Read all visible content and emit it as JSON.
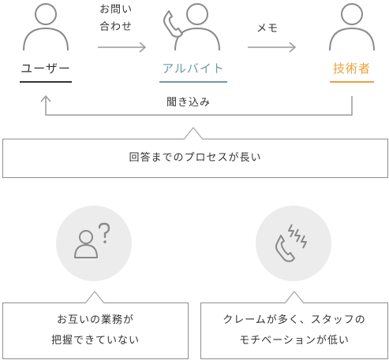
{
  "colors": {
    "user": "#333333",
    "part_timer": "#6b9aa8",
    "engineer": "#eaa23a",
    "line": "#9a9a9a",
    "icon": "#8a8a8a"
  },
  "flow": {
    "user_label": "ユーザー",
    "part_timer_label": "アルバイト",
    "engineer_label": "技術者",
    "inquiry_line1": "お問い",
    "inquiry_line2": "合わせ",
    "memo_label": "メモ",
    "listening_label": "聞き込み"
  },
  "problems": {
    "main": "回答までのプロセスが長い",
    "left_line1": "お互いの業務が",
    "left_line2": "把握できていない",
    "right_line1": "クレームが多く、スタッフの",
    "right_line2": "モチベーションが低い"
  },
  "icons": {
    "user": "person-icon",
    "part_timer": "person-with-phone-icon",
    "engineer": "person-icon",
    "left_circle": "person-question-icon",
    "right_circle": "ringing-phone-icon"
  }
}
